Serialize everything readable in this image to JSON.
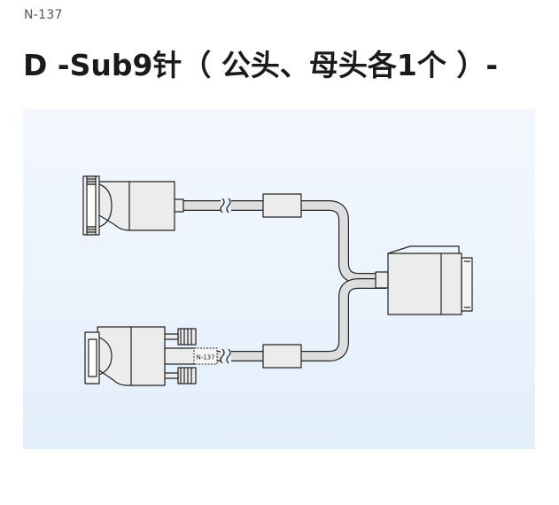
{
  "header": {
    "product_code": "N-137",
    "title": "D -Sub9针（ 公头、母头各1个 ）-"
  },
  "illustration": {
    "cable_label": "N-137",
    "colors": {
      "panel_background": "#e8f1fc",
      "connector_fill": "#ececec",
      "outline": "#222222",
      "cable_fill": "#dcdcdc"
    }
  }
}
